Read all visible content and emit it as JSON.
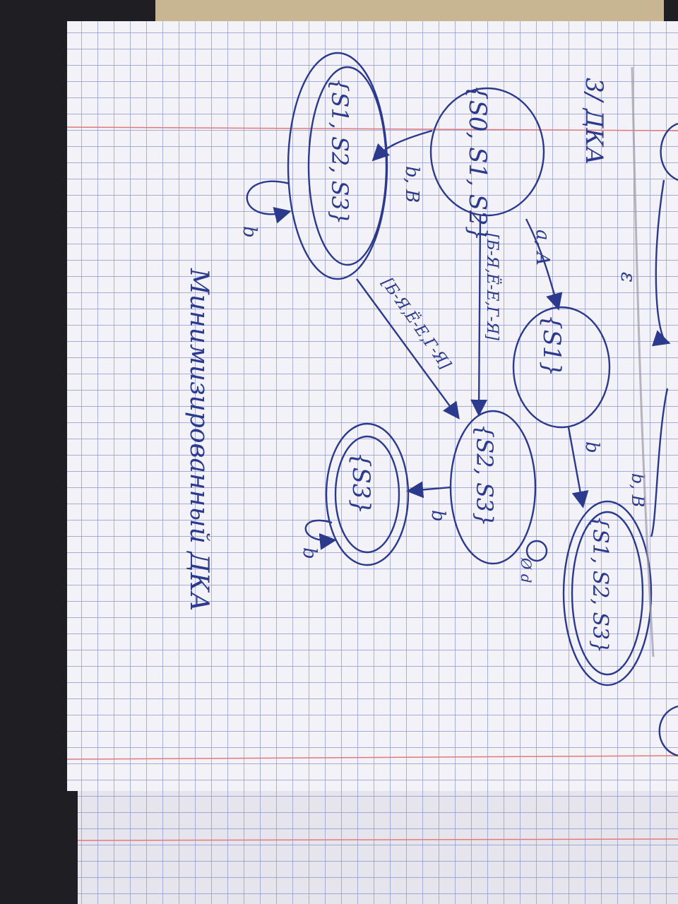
{
  "diagram": {
    "heading": "3/ ДКА",
    "states": [
      {
        "id": "state-s0-s1-s2",
        "label": "{S0, S1, S2}",
        "accepting": false
      },
      {
        "id": "state-s1-s2-s3",
        "label": "{S1, S2, S3}",
        "accepting": true
      },
      {
        "id": "state-s1",
        "label": "{S1}",
        "accepting": false
      },
      {
        "id": "state-s2-s3",
        "label": "{S2, S3}",
        "accepting": false
      },
      {
        "id": "state-s3",
        "label": "{S3}",
        "accepting": true
      },
      {
        "id": "state-s1-s2-s3-right",
        "label": "{S1, S2, S3}",
        "accepting": true
      }
    ],
    "edge_labels": {
      "b_B": "b, B",
      "a_A": "a, A",
      "b_to_s2s3": "b",
      "b_s2s3_to_s3": "b",
      "b_loop_s3": "b",
      "b_loop_s1s2s3": "b",
      "b_B_right": "b, B",
      "epsilon": "ε",
      "range_upper": "[Б-Я,Ё-Е,Г-Я]",
      "range_lower": "[Б-Я,Ё-Е,Г-Я]",
      "dead": "Ø d"
    },
    "caption": "Минимизированный ДКА"
  },
  "colors": {
    "ink": "#2b3a8c",
    "paper": "#f3f2f8",
    "grid": "#8e93cf",
    "margin_line": "#e07a7a"
  }
}
